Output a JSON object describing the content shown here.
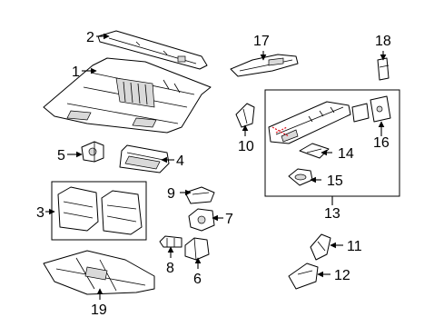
{
  "diagram": {
    "callouts": [
      {
        "id": "c1",
        "text": "1"
      },
      {
        "id": "c2",
        "text": "2"
      },
      {
        "id": "c3",
        "text": "3"
      },
      {
        "id": "c4",
        "text": "4"
      },
      {
        "id": "c5",
        "text": "5"
      },
      {
        "id": "c6",
        "text": "6"
      },
      {
        "id": "c7",
        "text": "7"
      },
      {
        "id": "c8",
        "text": "8"
      },
      {
        "id": "c9",
        "text": "9"
      },
      {
        "id": "c10",
        "text": "10"
      },
      {
        "id": "c11",
        "text": "11"
      },
      {
        "id": "c12",
        "text": "12"
      },
      {
        "id": "c13",
        "text": "13"
      },
      {
        "id": "c14",
        "text": "14"
      },
      {
        "id": "c15",
        "text": "15"
      },
      {
        "id": "c16",
        "text": "16"
      },
      {
        "id": "c17",
        "text": "17"
      },
      {
        "id": "c18",
        "text": "18"
      },
      {
        "id": "c19",
        "text": "19"
      }
    ],
    "colors": {
      "line": "#000000",
      "highlight": "#e0101a",
      "background": "#ffffff"
    }
  }
}
